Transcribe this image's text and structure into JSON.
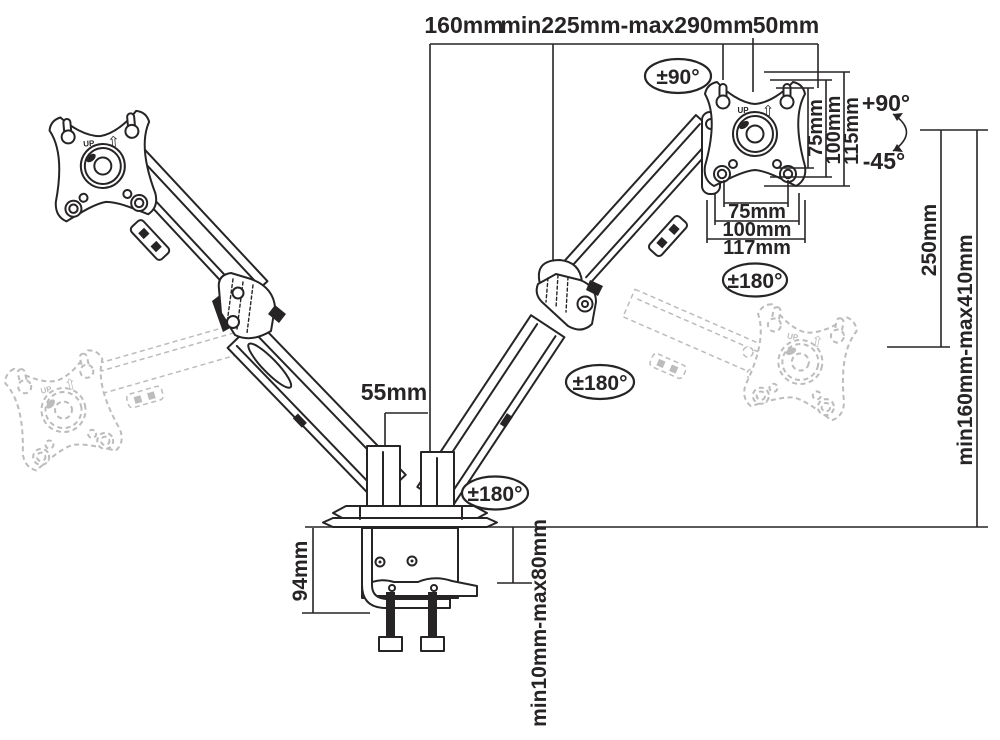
{
  "labels": {
    "top": {
      "d160": "160mm",
      "d225_290": "min225mm-max290mm",
      "d50": "50mm"
    },
    "vesa_side": {
      "d75": "75mm",
      "d100": "100mm",
      "d115": "115mm"
    },
    "vesa_bottom": {
      "d75": "75mm",
      "d100": "100mm",
      "d117": "117mm"
    },
    "angles": {
      "pan_top": "±90°",
      "tilt_up": "+90°",
      "tilt_down": "-45°",
      "rotate_plate": "±180°",
      "rotate_arm": "±180°",
      "rotate_base": "±180°"
    },
    "side": {
      "riser": "250mm",
      "height_range": "min160mm-max410mm"
    },
    "base": {
      "pivot_spacing": "55mm",
      "clamp_depth": "94mm",
      "desk_thickness": "min10mm-max80mm"
    },
    "plate": {
      "up": "UP",
      "up_arrow": "⇧"
    }
  },
  "colors": {
    "ink": "#272425",
    "ghost": "#bcbcbc",
    "background": "#ffffff"
  }
}
